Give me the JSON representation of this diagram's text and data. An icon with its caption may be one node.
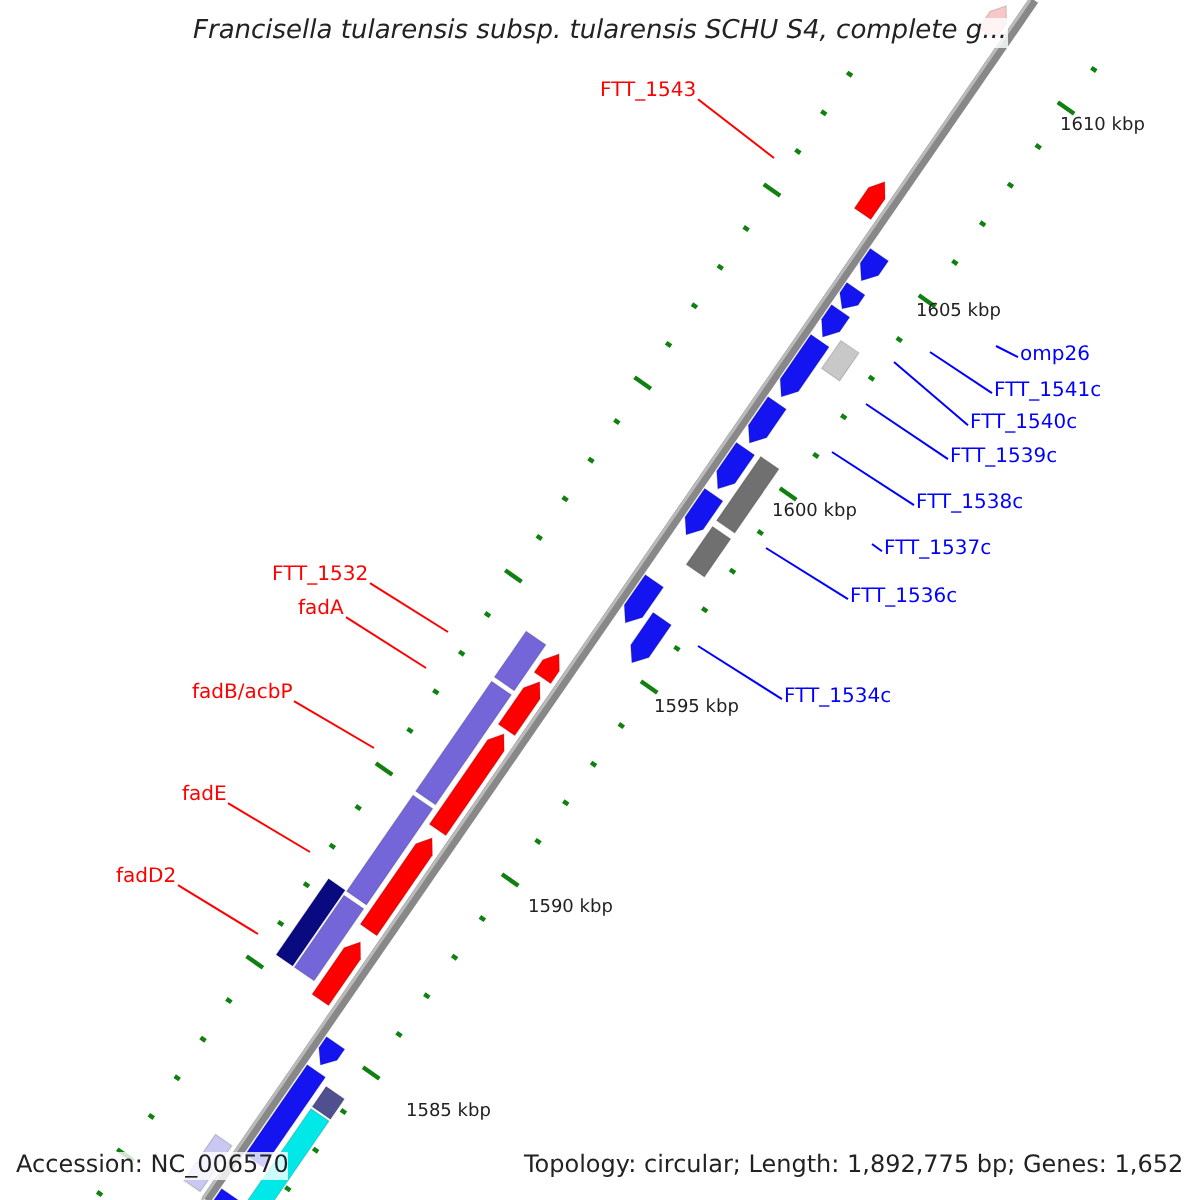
{
  "diagram": {
    "title": "Francisella tularensis subsp. tularensis SCHU S4, complete g...",
    "nodes": [
      {
        "text": [
          "FTT_1543"
        ]
      },
      {
        "text": [
          "omp26"
        ]
      },
      {
        "text": [
          "FTT_1541c"
        ]
      },
      {
        "text": [
          "FTT_1540c"
        ]
      },
      {
        "text": [
          "FTT_1539c"
        ]
      },
      {
        "text": [
          "FTT_1538c"
        ]
      },
      {
        "text": [
          "FTT_1537c"
        ]
      },
      {
        "text": [
          "FTT_1532"
        ]
      },
      {
        "text": [
          "FTT_1536c"
        ]
      },
      {
        "text": [
          "fadA"
        ]
      },
      {
        "text": [
          "fadB/acbP"
        ]
      },
      {
        "text": [
          "FTT_1534c"
        ]
      },
      {
        "text": [
          "fadE"
        ]
      },
      {
        "text": [
          "fadD2"
        ]
      }
    ],
    "edges": [
      {
        "from": 0,
        "to": null,
        "arrow": "none",
        "color": "#ff0000"
      },
      {
        "from": 1,
        "to": null,
        "arrow": "none"
      },
      {
        "from": 2,
        "to": null,
        "arrow": "none"
      },
      {
        "from": 3,
        "to": null,
        "arrow": "none"
      },
      {
        "from": 4,
        "to": null,
        "arrow": "none"
      },
      {
        "from": 5,
        "to": null,
        "arrow": "none"
      },
      {
        "from": 6,
        "to": null,
        "arrow": "none"
      },
      {
        "from": 7,
        "to": null,
        "arrow": "none",
        "color": "#ff0000"
      },
      {
        "from": 8,
        "to": null,
        "arrow": "none"
      },
      {
        "from": 9,
        "to": null,
        "arrow": "none",
        "color": "#ff0000"
      },
      {
        "from": 10,
        "to": null,
        "arrow": "none",
        "color": "#ff0000"
      },
      {
        "from": 11,
        "to": null,
        "arrow": "none"
      },
      {
        "from": 12,
        "to": null,
        "arrow": "none",
        "color": "#ff0000"
      },
      {
        "from": 13,
        "to": null,
        "arrow": "none",
        "color": "#ff0000"
      }
    ],
    "labels": [
      "1610 kbp",
      "1605 kbp",
      "1600 kbp",
      "1595 kbp",
      "1590 kbp",
      "1585 kbp",
      "Accession: NC_006570",
      "Topology: circular; Length: 1,892,775 bp; Genes: 1,652"
    ]
  }
}
